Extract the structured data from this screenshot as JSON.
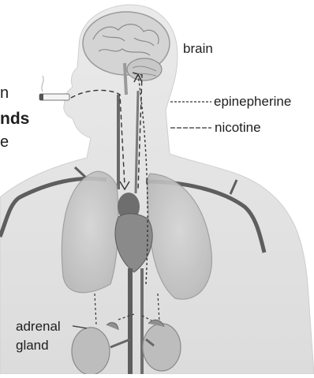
{
  "labels": {
    "brain": "brain",
    "epinephrine": "epinepherine",
    "nicotine": "nicotine",
    "adrenal_line1": "adrenal",
    "adrenal_line2": "gland"
  },
  "left_edge_text": {
    "line1": "n",
    "line2": "nds",
    "line3": "e"
  },
  "legend": {
    "epinephrine_style": "short-dash",
    "nicotine_style": "long-dash"
  },
  "colors": {
    "background": "#ffffff",
    "silhouette": "#e2e2e2",
    "vessels": "#5e5e5e",
    "lungs": "#c9c9c9",
    "text": "#1e1e1e"
  }
}
